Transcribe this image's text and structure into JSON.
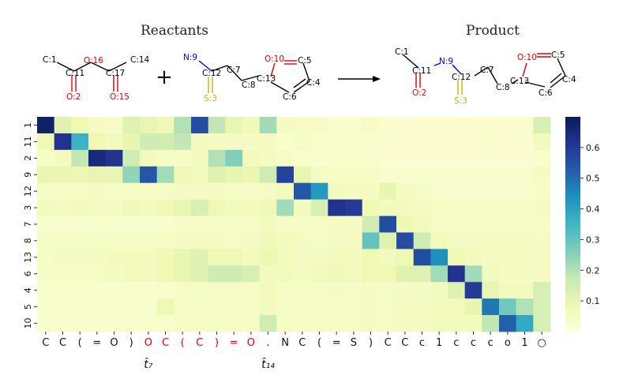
{
  "titles": {
    "reactants": "Reactants",
    "product": "Product"
  },
  "reaction": {
    "plus": "+"
  },
  "molecules": {
    "m1": {
      "atoms": [
        "C:1",
        "C:11",
        "O:2",
        "O:16",
        "C:17",
        "O:15",
        "C:14"
      ]
    },
    "m2": {
      "atoms": [
        "N:9",
        "C:12",
        "S:3",
        "C:7",
        "C:8",
        "C:13",
        "O:10",
        "C:5",
        "C:4",
        "C:6"
      ]
    },
    "prod": {
      "atoms": [
        "C:1",
        "C:11",
        "O:2",
        "N:9",
        "C:12",
        "S:3",
        "C:7",
        "C:8",
        "C:13",
        "O:10",
        "C:5",
        "C:4",
        "C:6"
      ]
    }
  },
  "atom_colors": {
    "C": "#000000",
    "O": "#e00000",
    "N": "#0000e0",
    "S": "#c8b400"
  },
  "chart_data": {
    "type": "heatmap",
    "row_labels": [
      "1",
      "11",
      "2",
      "9",
      "12",
      "3",
      "7",
      "8",
      "13",
      "6",
      "4",
      "5",
      "10"
    ],
    "col_labels": [
      "C",
      "C",
      "(",
      "=",
      "O",
      ")",
      "O",
      "C",
      "(",
      "C",
      ")",
      "=",
      "O",
      ".",
      "N",
      "C",
      "(",
      "=",
      "S",
      ")",
      "C",
      "C",
      "c",
      "1",
      "c",
      "c",
      "c",
      "o",
      "1",
      "○"
    ],
    "highlight_cols": [
      6,
      7,
      8,
      9,
      10,
      11,
      12
    ],
    "highlight_color": "#e00000",
    "col_annotations": [
      {
        "col": 6,
        "text": "t̂₇"
      },
      {
        "col": 13,
        "text": "t̂₁₄"
      }
    ],
    "colorbar": {
      "min": 0.0,
      "max": 0.7,
      "ticks": [
        0.1,
        0.2,
        0.3,
        0.4,
        0.5,
        0.6
      ]
    },
    "values": [
      [
        0.68,
        0.12,
        0.08,
        0.05,
        0.04,
        0.12,
        0.1,
        0.08,
        0.2,
        0.56,
        0.18,
        0.1,
        0.07,
        0.22,
        0.05,
        0.04,
        0.04,
        0.03,
        0.03,
        0.04,
        0.03,
        0.02,
        0.02,
        0.02,
        0.02,
        0.02,
        0.02,
        0.02,
        0.03,
        0.14
      ],
      [
        0.08,
        0.62,
        0.36,
        0.08,
        0.06,
        0.1,
        0.16,
        0.16,
        0.18,
        0.06,
        0.05,
        0.05,
        0.05,
        0.05,
        0.03,
        0.04,
        0.03,
        0.03,
        0.03,
        0.03,
        0.02,
        0.02,
        0.02,
        0.02,
        0.02,
        0.02,
        0.03,
        0.02,
        0.02,
        0.06
      ],
      [
        0.04,
        0.06,
        0.18,
        0.65,
        0.62,
        0.16,
        0.06,
        0.04,
        0.04,
        0.06,
        0.2,
        0.26,
        0.06,
        0.05,
        0.04,
        0.03,
        0.03,
        0.03,
        0.03,
        0.03,
        0.02,
        0.02,
        0.02,
        0.02,
        0.02,
        0.02,
        0.02,
        0.02,
        0.02,
        0.03
      ],
      [
        0.1,
        0.09,
        0.09,
        0.1,
        0.1,
        0.24,
        0.54,
        0.22,
        0.07,
        0.06,
        0.12,
        0.1,
        0.09,
        0.16,
        0.58,
        0.1,
        0.05,
        0.04,
        0.04,
        0.04,
        0.03,
        0.03,
        0.03,
        0.03,
        0.03,
        0.03,
        0.03,
        0.03,
        0.03,
        0.05
      ],
      [
        0.04,
        0.04,
        0.04,
        0.05,
        0.04,
        0.04,
        0.04,
        0.04,
        0.05,
        0.05,
        0.05,
        0.04,
        0.04,
        0.05,
        0.06,
        0.54,
        0.42,
        0.06,
        0.05,
        0.05,
        0.1,
        0.05,
        0.04,
        0.03,
        0.03,
        0.03,
        0.03,
        0.03,
        0.03,
        0.04
      ],
      [
        0.06,
        0.05,
        0.06,
        0.05,
        0.05,
        0.07,
        0.06,
        0.08,
        0.1,
        0.14,
        0.08,
        0.06,
        0.06,
        0.07,
        0.22,
        0.06,
        0.14,
        0.62,
        0.6,
        0.08,
        0.06,
        0.06,
        0.05,
        0.04,
        0.04,
        0.04,
        0.04,
        0.04,
        0.04,
        0.05
      ],
      [
        0.03,
        0.03,
        0.03,
        0.03,
        0.03,
        0.03,
        0.03,
        0.03,
        0.04,
        0.04,
        0.04,
        0.04,
        0.04,
        0.06,
        0.04,
        0.04,
        0.04,
        0.05,
        0.05,
        0.16,
        0.56,
        0.08,
        0.06,
        0.05,
        0.04,
        0.04,
        0.04,
        0.04,
        0.04,
        0.04
      ],
      [
        0.04,
        0.04,
        0.04,
        0.04,
        0.04,
        0.04,
        0.04,
        0.04,
        0.05,
        0.05,
        0.05,
        0.04,
        0.05,
        0.07,
        0.06,
        0.05,
        0.04,
        0.05,
        0.05,
        0.3,
        0.12,
        0.56,
        0.16,
        0.06,
        0.05,
        0.05,
        0.05,
        0.05,
        0.05,
        0.05
      ],
      [
        0.04,
        0.05,
        0.05,
        0.05,
        0.06,
        0.06,
        0.06,
        0.08,
        0.1,
        0.12,
        0.08,
        0.08,
        0.06,
        0.09,
        0.06,
        0.05,
        0.05,
        0.06,
        0.06,
        0.08,
        0.06,
        0.08,
        0.56,
        0.44,
        0.08,
        0.06,
        0.05,
        0.05,
        0.05,
        0.05
      ],
      [
        0.04,
        0.04,
        0.04,
        0.04,
        0.05,
        0.06,
        0.06,
        0.08,
        0.1,
        0.12,
        0.16,
        0.16,
        0.14,
        0.06,
        0.06,
        0.05,
        0.06,
        0.07,
        0.06,
        0.08,
        0.08,
        0.12,
        0.12,
        0.22,
        0.62,
        0.22,
        0.06,
        0.05,
        0.05,
        0.05
      ],
      [
        0.03,
        0.03,
        0.03,
        0.03,
        0.03,
        0.03,
        0.03,
        0.03,
        0.04,
        0.04,
        0.04,
        0.04,
        0.04,
        0.06,
        0.04,
        0.04,
        0.04,
        0.05,
        0.04,
        0.05,
        0.04,
        0.05,
        0.05,
        0.06,
        0.12,
        0.6,
        0.1,
        0.06,
        0.06,
        0.14
      ],
      [
        0.03,
        0.03,
        0.03,
        0.03,
        0.03,
        0.03,
        0.03,
        0.08,
        0.04,
        0.04,
        0.04,
        0.04,
        0.04,
        0.06,
        0.04,
        0.04,
        0.04,
        0.04,
        0.04,
        0.05,
        0.04,
        0.05,
        0.05,
        0.06,
        0.06,
        0.1,
        0.48,
        0.28,
        0.2,
        0.14
      ],
      [
        0.03,
        0.03,
        0.03,
        0.03,
        0.03,
        0.03,
        0.03,
        0.03,
        0.04,
        0.04,
        0.04,
        0.04,
        0.04,
        0.16,
        0.04,
        0.04,
        0.04,
        0.04,
        0.04,
        0.05,
        0.04,
        0.05,
        0.05,
        0.06,
        0.06,
        0.06,
        0.18,
        0.52,
        0.38,
        0.14
      ]
    ]
  }
}
